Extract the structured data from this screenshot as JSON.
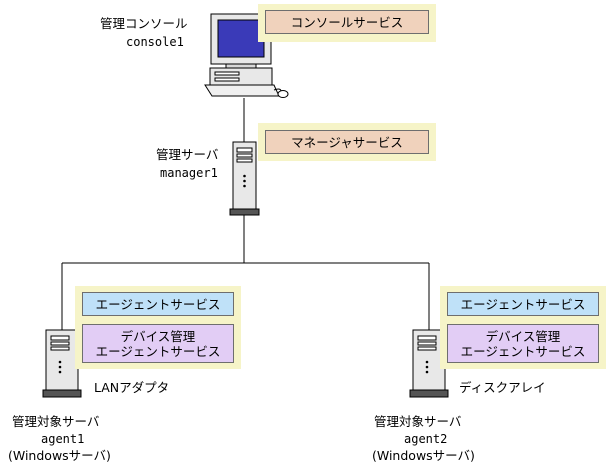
{
  "colors": {
    "panel": "#f6f4c8",
    "service_tan": "#f0d2bc",
    "service_blue": "#bfe1f8",
    "service_purple": "#e2cdf5",
    "screen": "#3a3ab8"
  },
  "console": {
    "name": "管理コンソール",
    "host": "console1",
    "service": "コンソールサービス"
  },
  "manager": {
    "name": "管理サーバ",
    "host": "manager1",
    "service": "マネージャサービス"
  },
  "agents": [
    {
      "name": "管理対象サーバ",
      "host": "agent1",
      "os": "(Windowsサーバ)",
      "device": "LANアダプタ",
      "service_agent": "エージェントサービス",
      "service_device_line1": "デバイス管理",
      "service_device_line2": "エージェントサービス"
    },
    {
      "name": "管理対象サーバ",
      "host": "agent2",
      "os": "(Windowsサーバ)",
      "device": "ディスクアレイ",
      "service_agent": "エージェントサービス",
      "service_device_line1": "デバイス管理",
      "service_device_line2": "エージェントサービス"
    }
  ]
}
